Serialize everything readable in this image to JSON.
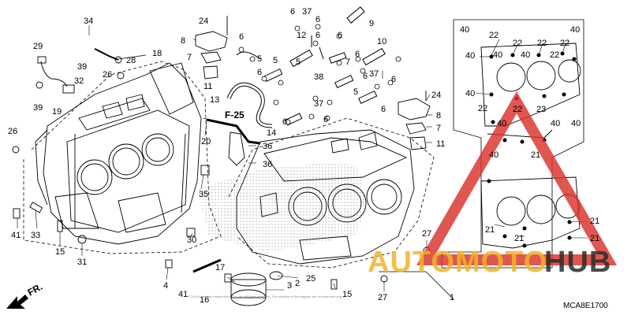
{
  "diagram": {
    "code": "MCA8E1700",
    "direction_label": "FR.",
    "section_ref": "F-25",
    "fine_print": "© 2016 American Honda Motor Co., Inc. All rights reserved. The contents of this diagram are for reference only.",
    "callouts": [
      "34",
      "24",
      "6",
      "37",
      "6",
      "12",
      "6",
      "6",
      "9",
      "29",
      "39",
      "32",
      "19",
      "39",
      "28",
      "18",
      "8",
      "7",
      "5",
      "5",
      "6",
      "10",
      "26",
      "11",
      "13",
      "6",
      "5",
      "38",
      "7",
      "6",
      "6",
      "37",
      "5",
      "6",
      "24",
      "F-25",
      "14",
      "6",
      "37",
      "6",
      "6",
      "20",
      "36",
      "36",
      "8",
      "7",
      "11",
      "26",
      "35",
      "41",
      "33",
      "15",
      "31",
      "30",
      "4",
      "17",
      "2",
      "3",
      "25",
      "41",
      "16",
      "15",
      "27",
      "27",
      "1",
      "40",
      "22",
      "22",
      "22",
      "22",
      "40",
      "40",
      "40",
      "40",
      "22",
      "22",
      "22",
      "23",
      "40",
      "40",
      "40",
      "40",
      "40",
      "21",
      "21",
      "21",
      "21",
      "21"
    ]
  },
  "watermark": {
    "brand_a": "AUTOMOTO",
    "brand_b": "HUB",
    "color_red": "#d9312b",
    "color_gold": "#f0b429",
    "color_dark": "#2b2b2b"
  }
}
